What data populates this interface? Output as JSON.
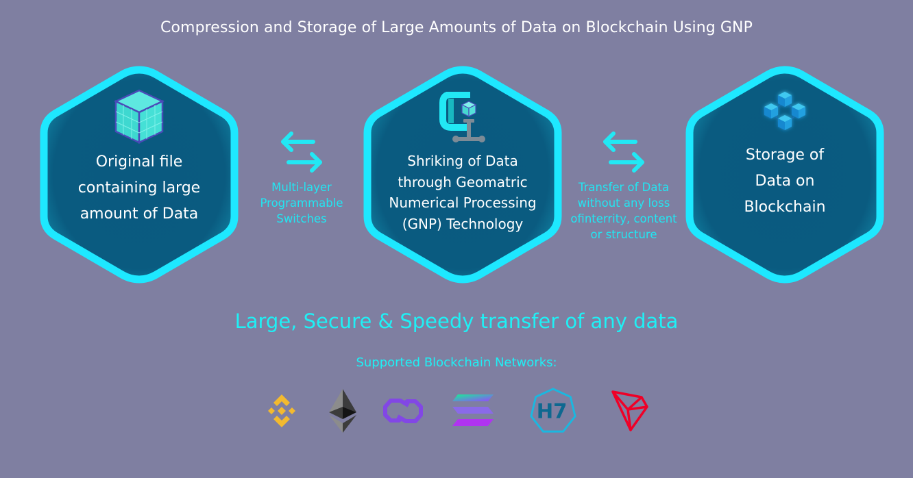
{
  "title": "Compression and Storage of Large Amounts of Data on Blockchain Using GNP",
  "colors": {
    "background": "#7f7fa1",
    "accent_cyan": "#1ff0f5",
    "hex_border": "#1ee8ff",
    "hex_fill": "#0b5a7e",
    "text_white": "#ffffff"
  },
  "steps": [
    {
      "icon": "data-cube-icon",
      "lines": [
        "Original file",
        "containing large",
        "amount of Data"
      ]
    },
    {
      "icon": "compression-clamp-icon",
      "lines": [
        "Shriking of Data",
        "through Geomatric",
        "Numerical Processing",
        "(GNP) Technology"
      ]
    },
    {
      "icon": "blockchain-network-icon",
      "lines": [
        "Storage of",
        "Data on",
        "Blockchain"
      ]
    }
  ],
  "connectors": [
    {
      "icon": "bidirectional-arrows-icon",
      "lines": [
        "Multi-layer",
        "Programmable",
        "Switches"
      ]
    },
    {
      "icon": "bidirectional-arrows-icon",
      "lines": [
        "Transfer of Data",
        "without any loss",
        "ofinterrity, content",
        "or structure"
      ]
    }
  ],
  "tagline": "Large, Secure & Speedy transfer of any data",
  "supported_label": "Supported Blockchain Networks:",
  "networks": [
    {
      "name": "Binance",
      "icon": "binance-logo-icon",
      "color": "#f3ba2f"
    },
    {
      "name": "Ethereum",
      "icon": "ethereum-logo-icon",
      "color": "#3c3c3d"
    },
    {
      "name": "Polygon",
      "icon": "polygon-logo-icon",
      "color": "#8247e5"
    },
    {
      "name": "Solana",
      "icon": "solana-logo-icon",
      "color": "#9945ff"
    },
    {
      "name": "H7",
      "icon": "h7-logo-icon",
      "color": "#1ab8e0"
    },
    {
      "name": "Tron",
      "icon": "tron-logo-icon",
      "color": "#ef0027"
    }
  ]
}
